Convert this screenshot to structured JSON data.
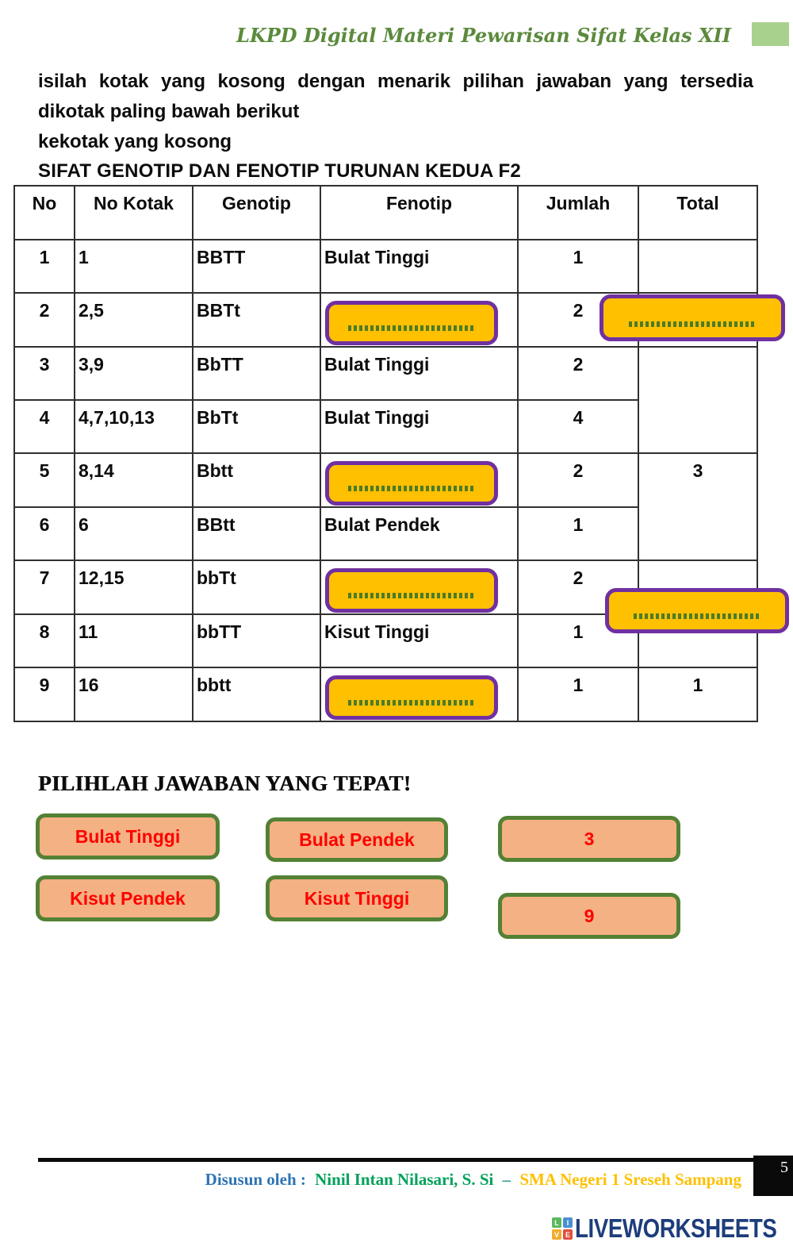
{
  "header": {
    "title": "LKPD Digital Materi Pewarisan Sifat Kelas XII"
  },
  "instructions": {
    "line1": "isilah kotak yang kosong dengan menarik pilihan jawaban yang tersedia dikotak paling bawah berikut",
    "line2": "kekotak yang kosong",
    "table_title": "SIFAT GENOTIP DAN FENOTIP TURUNAN KEDUA F2"
  },
  "table": {
    "headers": [
      "No",
      "No Kotak",
      "Genotip",
      "Fenotip",
      "Jumlah",
      "Total"
    ],
    "rows": [
      {
        "no": "1",
        "kotak": "1",
        "genotip": "BBTT",
        "fenotip": "Bulat Tinggi",
        "jumlah": "1"
      },
      {
        "no": "2",
        "kotak": "2,5",
        "genotip": "BBTt",
        "fenotip": "",
        "jumlah": "2"
      },
      {
        "no": "3",
        "kotak": "3,9",
        "genotip": "BbTT",
        "fenotip": "Bulat Tinggi",
        "jumlah": "2"
      },
      {
        "no": "4",
        "kotak": "4,7,10,13",
        "genotip": "BbTt",
        "fenotip": "Bulat Tinggi",
        "jumlah": "4"
      },
      {
        "no": "5",
        "kotak": "8,14",
        "genotip": "Bbtt",
        "fenotip": "",
        "jumlah": "2"
      },
      {
        "no": "6",
        "kotak": "6",
        "genotip": "BBtt",
        "fenotip": "Bulat Pendek",
        "jumlah": "1"
      },
      {
        "no": "7",
        "kotak": "12,15",
        "genotip": "bbTt",
        "fenotip": "",
        "jumlah": "2"
      },
      {
        "no": "8",
        "kotak": "11",
        "genotip": "bbTT",
        "fenotip": "Kisut Tinggi",
        "jumlah": "1"
      },
      {
        "no": "9",
        "kotak": "16",
        "genotip": "bbtt",
        "fenotip": "",
        "jumlah": "1"
      }
    ],
    "totals": {
      "rows5_6": "3",
      "row9": "1"
    }
  },
  "choices": {
    "title": "PILIHLAH JAWABAN YANG TEPAT!",
    "options": [
      "Bulat Tinggi",
      "Bulat Pendek",
      "3",
      "Kisut Pendek",
      "Kisut Tinggi",
      "9"
    ]
  },
  "footer": {
    "prefix": "Disusun oleh :",
    "author": "Ninil Intan Nilasari, S. Si",
    "separator": "–",
    "school": "SMA Negeri 1 Sreseh Sampang",
    "page_number": "5"
  },
  "logo": {
    "squares": [
      "L",
      "I",
      "V",
      "E"
    ],
    "text": "LIVEWORKSHEETS"
  },
  "colors": {
    "blank_fill": "#ffc000",
    "blank_border": "#7030a0",
    "dotted_line": "#4e7b28",
    "chip_fill": "#f4b183",
    "chip_border": "#538135",
    "chip_text": "#ff0000",
    "header_green": "#5b8a3c",
    "accent_square": "#a9d18e",
    "footer_blue": "#2e74b5",
    "footer_green": "#00a15a",
    "footer_gold": "#ffc000",
    "logo_navy": "#1d3d7b"
  }
}
